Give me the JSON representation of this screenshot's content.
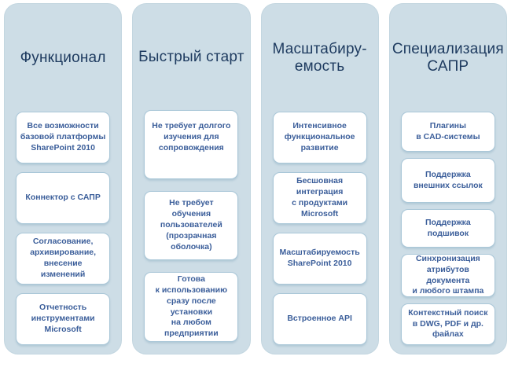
{
  "slide": {
    "columns": [
      {
        "title": "Функционал",
        "cards": [
          "Все возможности\nбазовой платформы\nSharePoint 2010",
          "Коннектор с САПР",
          "Согласование,\nархивирование,\nвнесение\nизменений",
          "Отчетность\nинструментами\nMicrosoft"
        ]
      },
      {
        "title": "Быстрый старт",
        "cards": [
          "Не требует долгого\nизучения для\nсопровождения",
          "Не требует\nобучения\nпользователей\n(прозрачная\nоболочка)",
          "Готова\nк использованию\nсразу после\nустановки\nна любом\nпредприятии"
        ]
      },
      {
        "title": "Масштабиру-\nемость",
        "cards": [
          "Интенсивное\nфункциональное\nразвитие",
          "Бесшовная\nинтеграция\nс продуктами\nMicrosoft",
          "Масштабируемость\nSharePoint 2010",
          "Встроенное API"
        ]
      },
      {
        "title": "Специализация\nСАПР",
        "cards": [
          "Плагины\nв CAD-системы",
          "Поддержка\nвнешних ссылок",
          "Поддержка\nподшивок",
          "Синхронизация\nатрибутов\nдокумента\nи любого штампа",
          "Контекстный поиск\nв DWG, PDF и др.\nфайлах"
        ]
      }
    ]
  },
  "colors": {
    "page_background": "#ffffff",
    "column_background": "#cddde6",
    "title_text": "#1d3a5f",
    "card_background": "#ffffff",
    "card_border": "#aac7d8",
    "card_text": "#3b5e9a"
  }
}
